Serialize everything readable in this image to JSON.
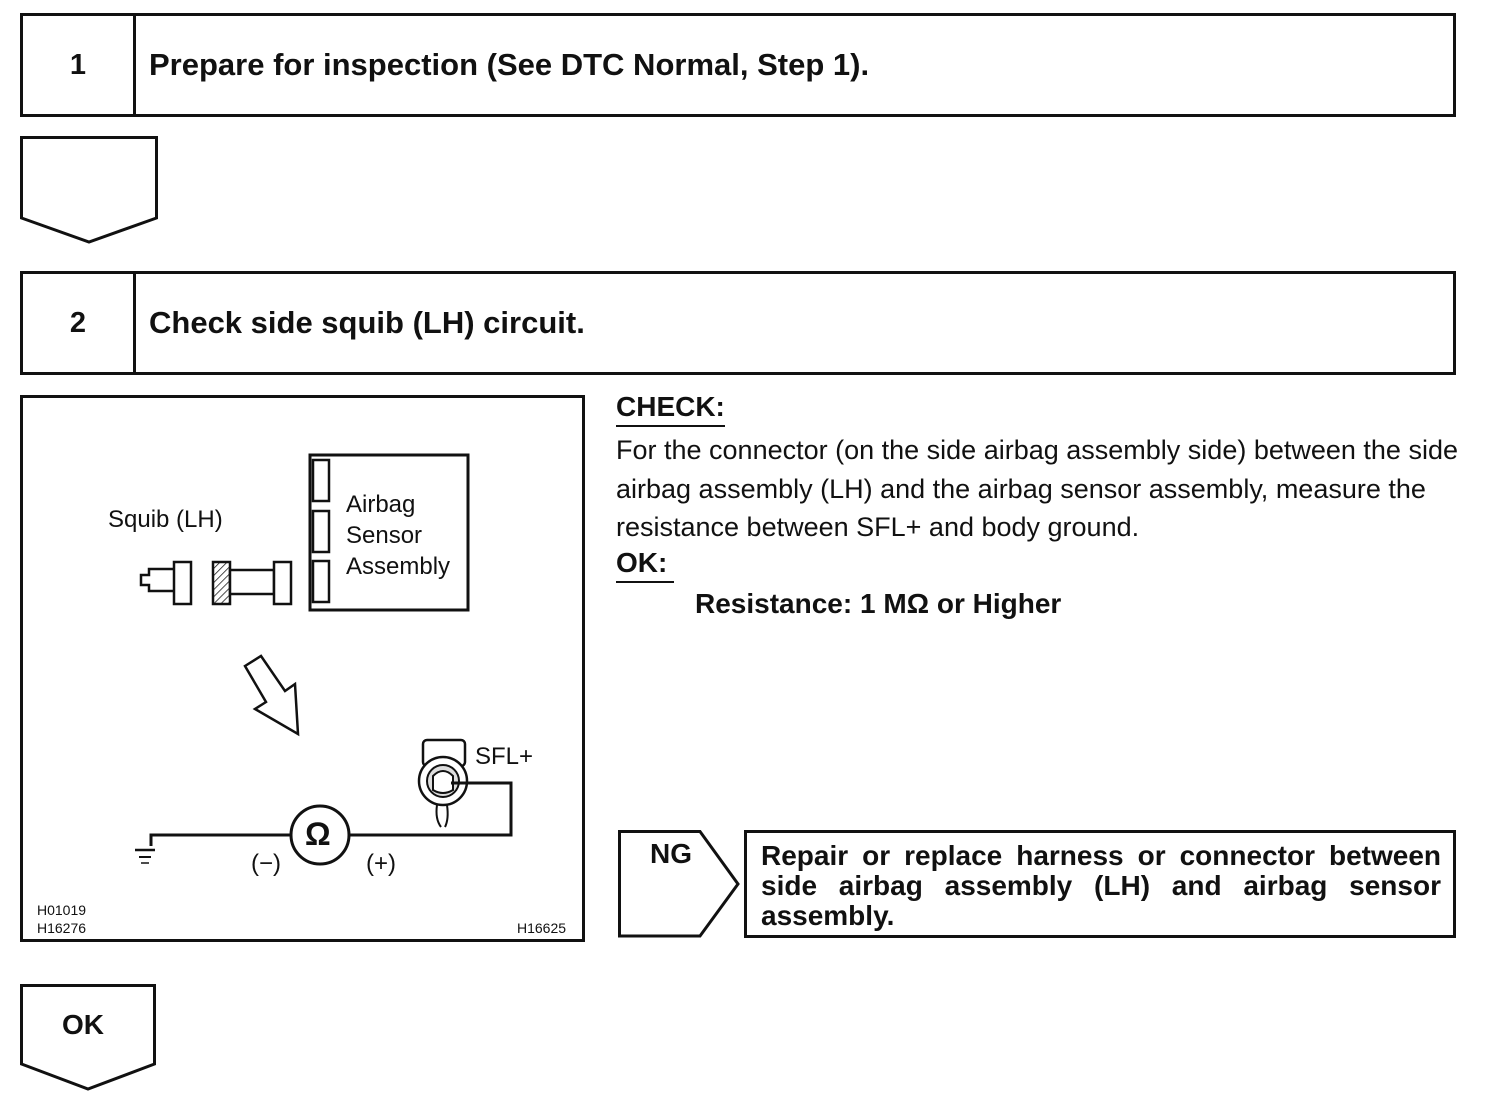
{
  "step1": {
    "number": "1",
    "title": "Prepare for inspection (See DTC Normal, Step 1)."
  },
  "step2": {
    "number": "2",
    "title": "Check side squib (LH) circuit."
  },
  "figure": {
    "squib_label": "Squib (LH)",
    "sensor_label_1": "Airbag",
    "sensor_label_2": "Sensor",
    "sensor_label_3": "Assembly",
    "terminal_label": "SFL+",
    "ohm_symbol": "Ω",
    "minus_label": "(−)",
    "plus_label": "(+)",
    "code_1": "H01019",
    "code_2": "H16276",
    "code_3": "H16625"
  },
  "check": {
    "heading": "CHECK:",
    "text": "For the connector (on the side airbag assembly side) between the side airbag assembly (LH) and the airbag sensor assembly, measure the resistance between SFL+ and body ground."
  },
  "ok_spec": {
    "heading": "OK:",
    "value": "Resistance: 1 MΩ or Higher"
  },
  "ng": {
    "label": "NG",
    "action": "Repair or replace harness or connector between side airbag assembly (LH) and airbag sensor assembly."
  },
  "ok_result": {
    "label": "OK"
  }
}
